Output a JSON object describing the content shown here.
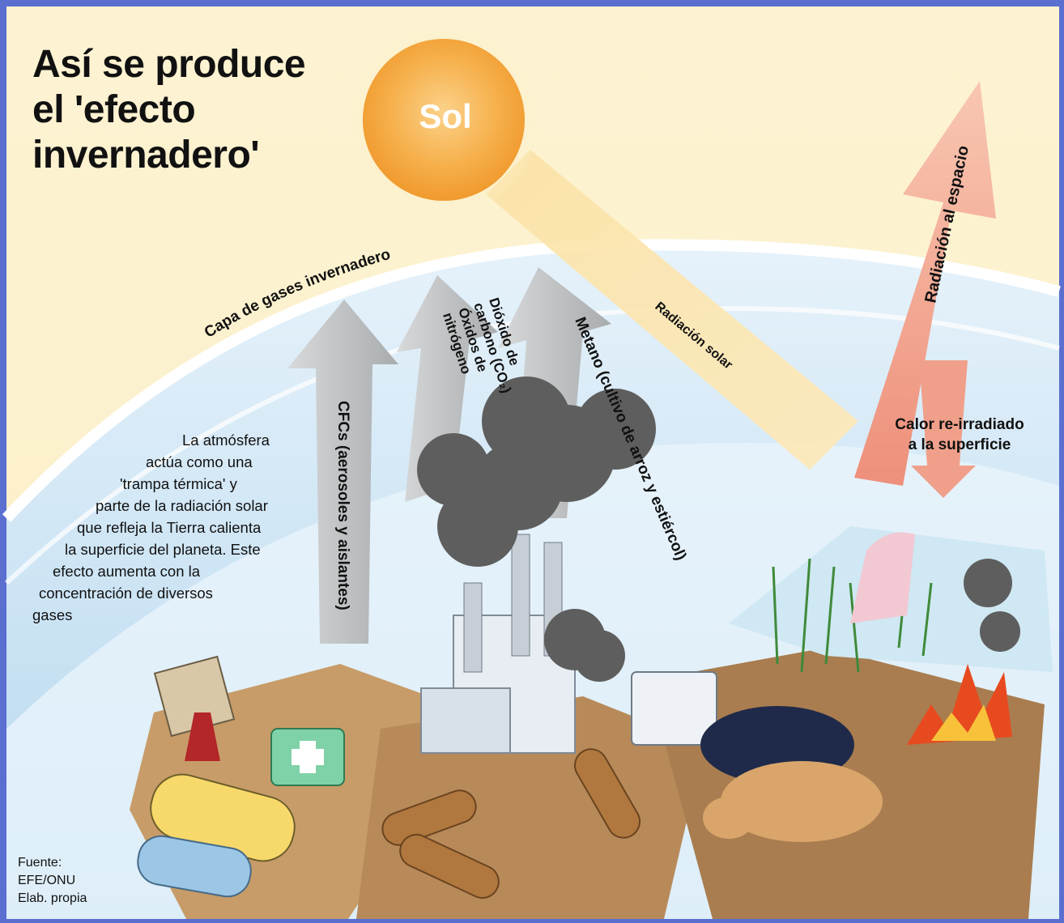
{
  "title": {
    "lines": [
      "Así se produce",
      "el 'efecto",
      "invernadero'"
    ]
  },
  "sun": {
    "label": "Sol"
  },
  "labels": {
    "gas_layer": "Capa de gases invernadero",
    "cfc": "CFCs (aerosoles y aislantes)",
    "co2_lines": [
      "Dióxido de",
      "carbono (CO₂)",
      "Óxidos de",
      "nitrógeno"
    ],
    "methane": "Metano (cultivo de arroz y estiércol)",
    "solar_radiation": "Radiación solar",
    "space_radiation": "Radiación al espacio",
    "reradiated_lines": [
      "Calor re-irradiado",
      "a la superficie"
    ]
  },
  "description": {
    "lines": [
      "La atmósfera",
      "actúa como una",
      "'trampa térmica' y",
      "parte de la radiación solar",
      "que refleja la Tierra calienta",
      "la superficie del planeta. Este",
      "efecto aumenta con la",
      "concentración de diversos",
      "gases"
    ]
  },
  "source": {
    "lines": [
      "Fuente:",
      "EFE/ONU",
      "Elab. propia"
    ]
  },
  "colors": {
    "frame": "#5a6fd0",
    "sky": "#fdf3d2",
    "atmosphere": "#cfe6f5",
    "sun": "#f5a53a",
    "grey_arrow": "#b9bcbe",
    "space_arrow": "#f2a38a",
    "ground": "#b88a5a"
  }
}
